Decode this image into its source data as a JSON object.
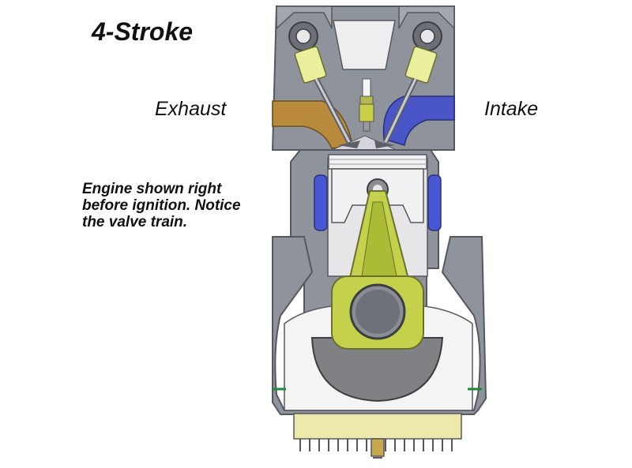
{
  "title": "4-Stroke",
  "labels": {
    "exhaust": "Exhaust",
    "intake": "Intake",
    "note": "Engine shown right\nbefore ignition. Notice\nthe valve train."
  },
  "colors": {
    "block": "#8f939b",
    "block_dark": "#55585e",
    "cylinder": "#e6e6e9",
    "piston": "#f1f1f3",
    "exhaust_port": "#b98a3c",
    "intake_port": "#4a56c8",
    "coolant": "#4858d4",
    "connecting_rod": "#c3d24a",
    "oil": "#ece9aa",
    "crank_counterweight": "#7f8185"
  },
  "icons": [
    "spark-plug-icon",
    "exhaust-valve-icon",
    "intake-valve-icon",
    "camshaft-icon"
  ]
}
